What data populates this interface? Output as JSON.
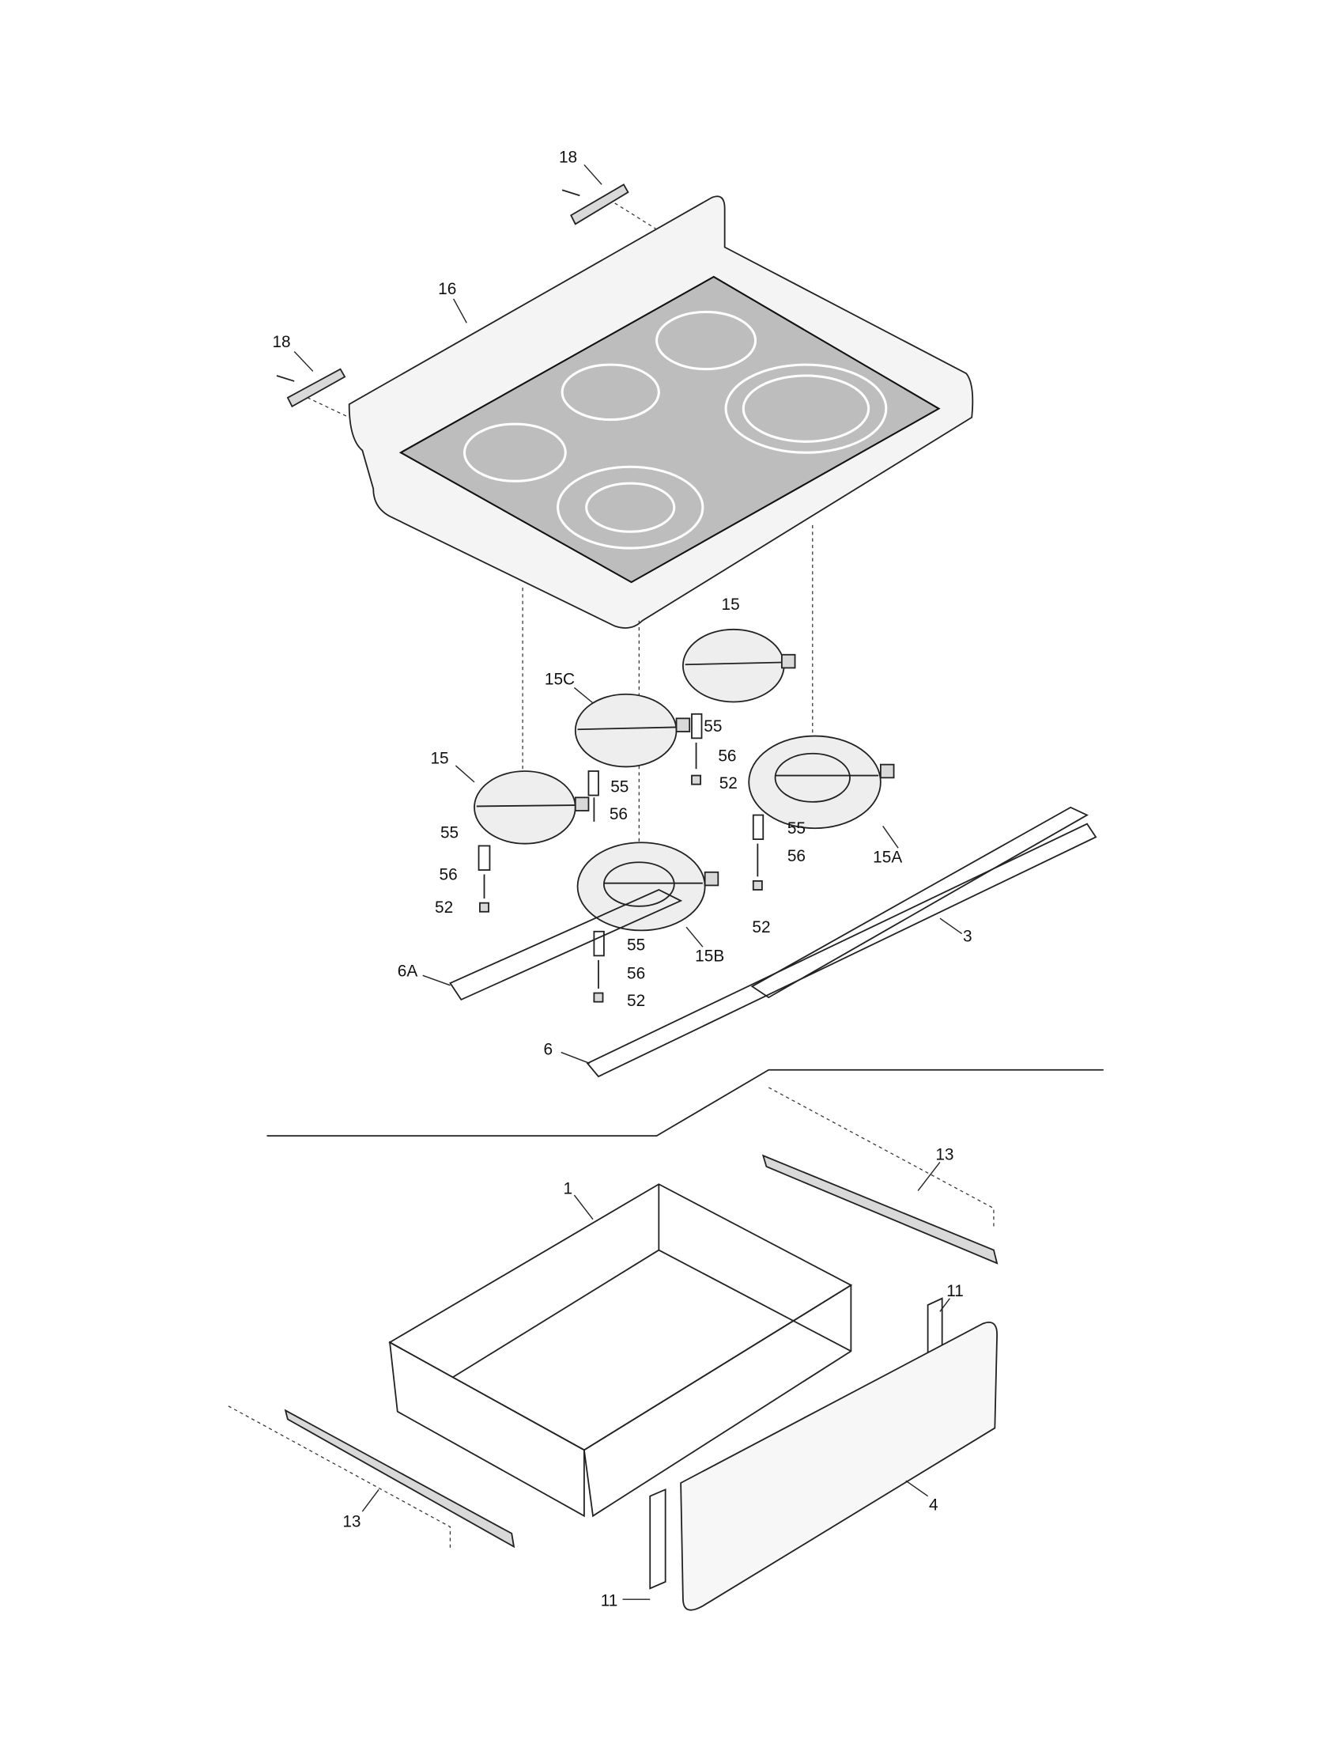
{
  "diagram": {
    "callouts": [
      "18",
      "16",
      "18",
      "15",
      "15C",
      "15",
      "55",
      "56",
      "52",
      "55",
      "56",
      "55",
      "56",
      "52",
      "55",
      "56",
      "15A",
      "52",
      "3",
      "55",
      "56",
      "15B",
      "52",
      "6A",
      "6",
      "13",
      "1",
      "11",
      "4",
      "13",
      "11"
    ]
  }
}
